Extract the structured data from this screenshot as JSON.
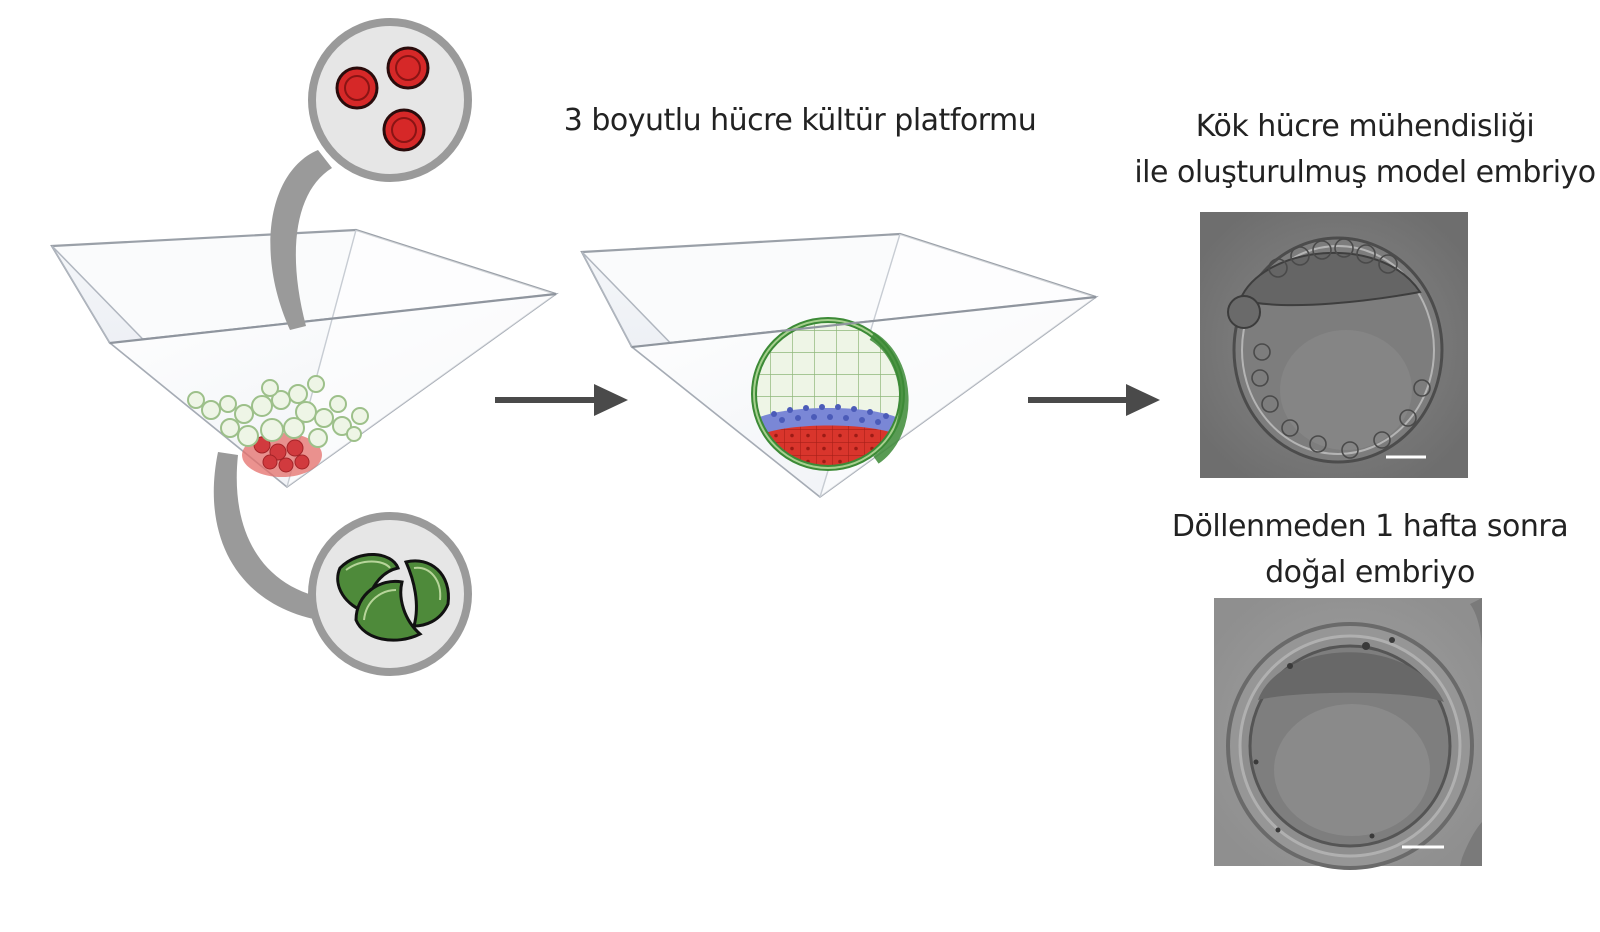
{
  "labels": {
    "platform": "3 boyutlu hücre kültür platformu",
    "model_line1": "Kök hücre mühendisliği",
    "model_line2": "ile oluşturulmuş model embriyo",
    "natural_line1": "Döllenmeden 1 hafta sonra",
    "natural_line2": "doğal embriyo"
  },
  "colors": {
    "red_cell": "#d62828",
    "green_cell": "#4e8a3a",
    "blue_cell": "#6677cc",
    "gray_connector": "#9a9a9a",
    "arrow": "#4a4a4a",
    "micrograph_bg": "#7a7a7a"
  },
  "icons": [
    "red-cells-icon",
    "green-cells-icon",
    "arrow-icon"
  ]
}
